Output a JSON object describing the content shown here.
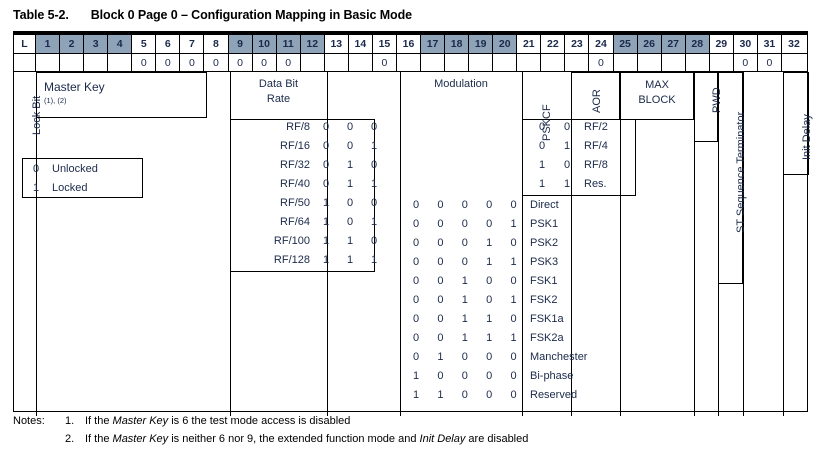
{
  "title": {
    "number": "Table 5-2.",
    "caption": "Block 0 Page 0 – Configuration Mapping in Basic Mode"
  },
  "table": {
    "bit_header": [
      "L",
      "1",
      "2",
      "3",
      "4",
      "5",
      "6",
      "7",
      "8",
      "9",
      "10",
      "11",
      "12",
      "13",
      "14",
      "15",
      "16",
      "17",
      "18",
      "19",
      "20",
      "21",
      "22",
      "23",
      "24",
      "25",
      "26",
      "27",
      "28",
      "29",
      "30",
      "31",
      "32"
    ],
    "shaded_bits": [
      "1",
      "2",
      "3",
      "4",
      "9",
      "10",
      "11",
      "12",
      "17",
      "18",
      "19",
      "20",
      "25",
      "26",
      "27",
      "28"
    ],
    "value_row": [
      "",
      "",
      "",
      "",
      "",
      "0",
      "0",
      "0",
      "0",
      "0",
      "0",
      "0",
      "",
      "",
      "",
      "0",
      "",
      "",
      "",
      "",
      "",
      "",
      "",
      "",
      "0",
      "",
      "",
      "",
      "",
      "",
      "0",
      "0",
      ""
    ],
    "field_labels": {
      "lock_bit": "Lock Bit",
      "master_key": "Master Key",
      "master_key_refs": "(1), (2)",
      "data_bit_rate_line1": "Data Bit",
      "data_bit_rate_line2": "Rate",
      "modulation": "Modulation",
      "pskcf": "PSKCF",
      "aor": "AOR",
      "max_block_line1": "MAX",
      "max_block_line2": "BLOCK",
      "pwd": "PWD",
      "st_sequence_terminator": "ST Sequence Terminator",
      "init_delay": "Init Delay"
    },
    "lock_bit_table": {
      "rows": [
        {
          "bit": "0",
          "meaning": "Unlocked"
        },
        {
          "bit": "1",
          "meaning": "Locked"
        }
      ]
    },
    "data_bit_rate_table": {
      "rows": [
        {
          "name": "RF/8",
          "bits": [
            "0",
            "0",
            "0"
          ]
        },
        {
          "name": "RF/16",
          "bits": [
            "0",
            "0",
            "1"
          ]
        },
        {
          "name": "RF/32",
          "bits": [
            "0",
            "1",
            "0"
          ]
        },
        {
          "name": "RF/40",
          "bits": [
            "0",
            "1",
            "1"
          ]
        },
        {
          "name": "RF/50",
          "bits": [
            "1",
            "0",
            "0"
          ]
        },
        {
          "name": "RF/64",
          "bits": [
            "1",
            "0",
            "1"
          ]
        },
        {
          "name": "RF/100",
          "bits": [
            "1",
            "1",
            "0"
          ]
        },
        {
          "name": "RF/128",
          "bits": [
            "1",
            "1",
            "1"
          ]
        }
      ]
    },
    "pskcf_table": {
      "rows": [
        {
          "bits": [
            "0",
            "0"
          ],
          "name": "RF/2"
        },
        {
          "bits": [
            "0",
            "1"
          ],
          "name": "RF/4"
        },
        {
          "bits": [
            "1",
            "0"
          ],
          "name": "RF/8"
        },
        {
          "bits": [
            "1",
            "1"
          ],
          "name": "Res."
        }
      ]
    },
    "modulation_table": {
      "rows": [
        {
          "bits": [
            "0",
            "0",
            "0",
            "0",
            "0"
          ],
          "name": "Direct"
        },
        {
          "bits": [
            "0",
            "0",
            "0",
            "0",
            "1"
          ],
          "name": "PSK1"
        },
        {
          "bits": [
            "0",
            "0",
            "0",
            "1",
            "0"
          ],
          "name": "PSK2"
        },
        {
          "bits": [
            "0",
            "0",
            "0",
            "1",
            "1"
          ],
          "name": "PSK3"
        },
        {
          "bits": [
            "0",
            "0",
            "1",
            "0",
            "0"
          ],
          "name": "FSK1"
        },
        {
          "bits": [
            "0",
            "0",
            "1",
            "0",
            "1"
          ],
          "name": "FSK2"
        },
        {
          "bits": [
            "0",
            "0",
            "1",
            "1",
            "0"
          ],
          "name": "FSK1a"
        },
        {
          "bits": [
            "0",
            "0",
            "1",
            "1",
            "1"
          ],
          "name": "FSK2a"
        },
        {
          "bits": [
            "0",
            "1",
            "0",
            "0",
            "0"
          ],
          "name": "Manchester"
        },
        {
          "bits": [
            "1",
            "0",
            "0",
            "0",
            "0"
          ],
          "name": "Bi-phase"
        },
        {
          "bits": [
            "1",
            "1",
            "0",
            "0",
            "0"
          ],
          "name": "Reserved"
        }
      ]
    }
  },
  "notes": {
    "heading": "Notes:",
    "items": [
      {
        "num": "1.",
        "text": "If the Master Key is 6 the test mode access is disabled"
      },
      {
        "num": "2.",
        "text": "If the Master Key is neither 6 nor 9, the extended function mode and Init Delay are disabled"
      }
    ]
  },
  "colors": {
    "shade": "#8fa3b8",
    "ink": "#1b2a4a",
    "rule": "#000000"
  }
}
